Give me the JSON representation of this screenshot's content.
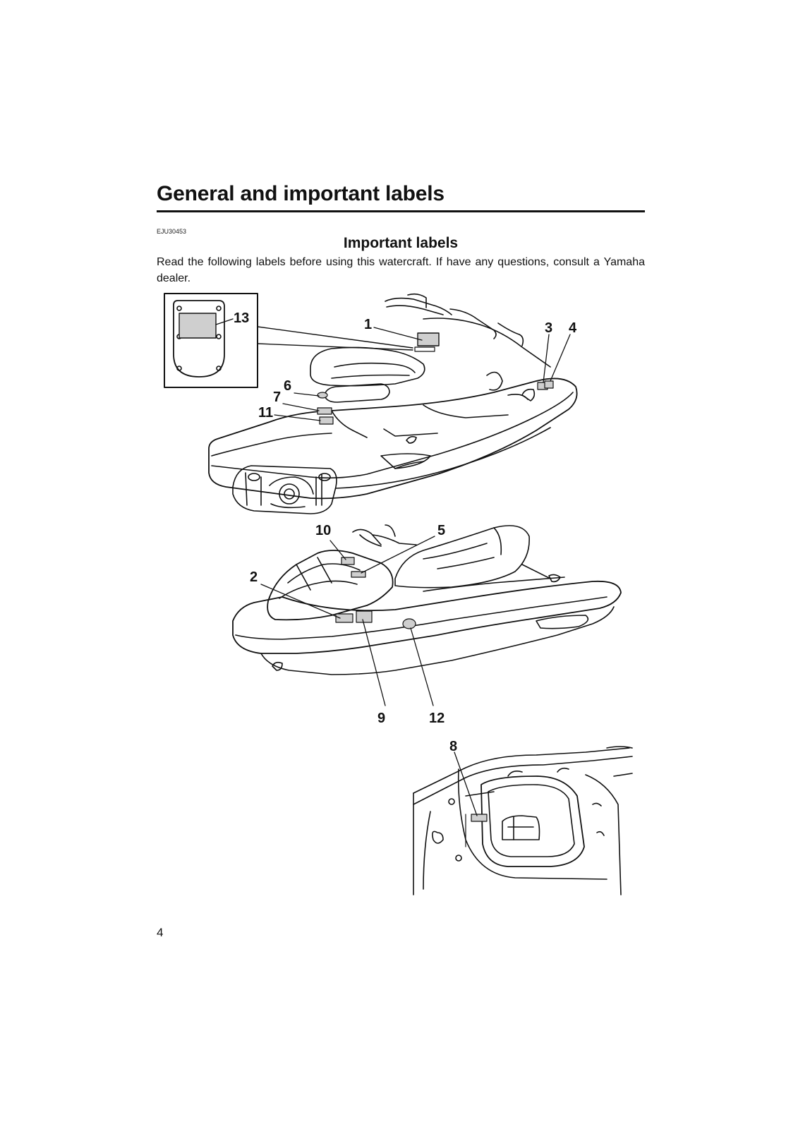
{
  "header": {
    "chapter_title": "General and important labels"
  },
  "section": {
    "code": "EJU30453",
    "title": "Important labels",
    "intro": "Read the following labels before using this watercraft. If have any questions, consult a Yamaha dealer."
  },
  "callouts": {
    "c1": "1",
    "c2": "2",
    "c3": "3",
    "c4": "4",
    "c5": "5",
    "c6": "6",
    "c7": "7",
    "c8": "8",
    "c9": "9",
    "c10": "10",
    "c11": "11",
    "c12": "12",
    "c13": "13"
  },
  "footer": {
    "page_number": "4"
  }
}
